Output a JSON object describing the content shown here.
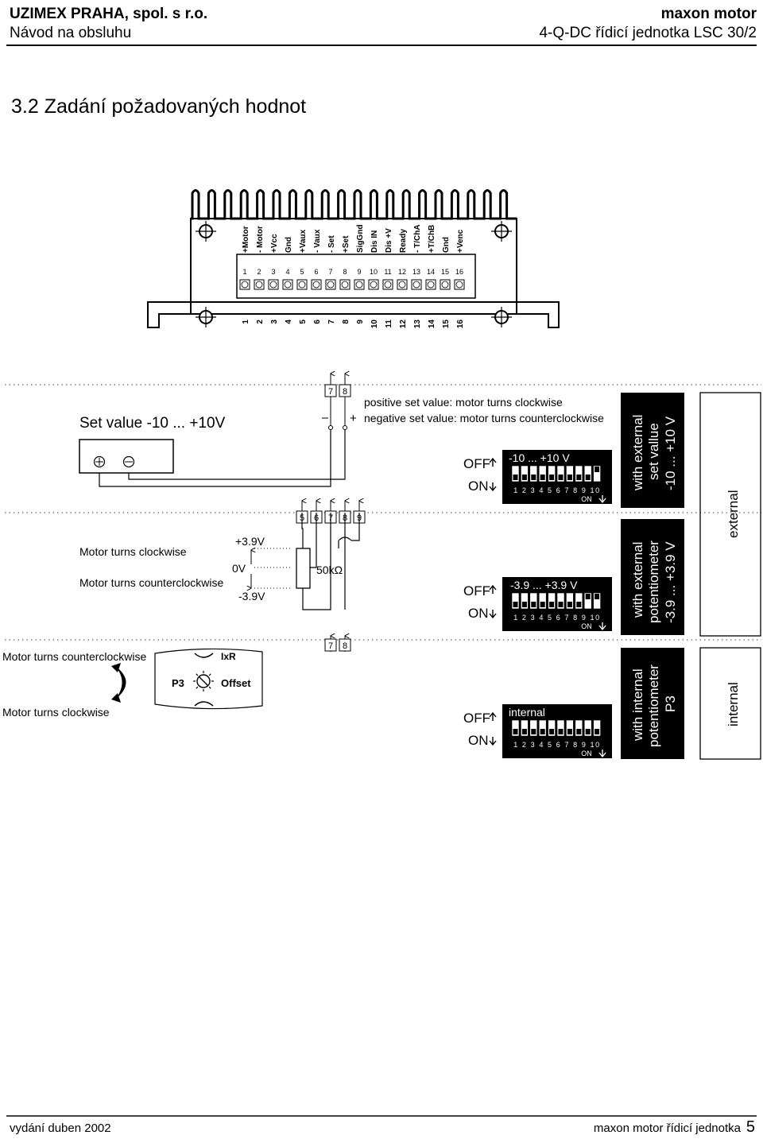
{
  "header": {
    "company": "UZIMEX PRAHA, spol. s r.o.",
    "brand": "maxon motor",
    "doc": "Návod na obsluhu",
    "product": "4-Q-DC řídicí jednotka LSC 30/2"
  },
  "section": {
    "title": "3.2  Zadání požadovaných hodnot"
  },
  "device": {
    "terminals": [
      "+Motor",
      "- Motor",
      "+Vcc",
      "Gnd",
      "+Vaux",
      "- Vaux",
      "- Set",
      "+Set",
      "SigGnd",
      "Dis IN",
      "Dis +V",
      "Ready",
      "- T/ChA",
      "+T/ChB",
      "Gnd",
      "+Venc"
    ],
    "numbers": [
      "1",
      "2",
      "3",
      "4",
      "5",
      "6",
      "7",
      "8",
      "9",
      "10",
      "11",
      "12",
      "13",
      "14",
      "15",
      "16"
    ]
  },
  "row1": {
    "label": "Set value -10 ... +10V",
    "plus": "+",
    "minus": "–",
    "terms": [
      "7",
      "8"
    ],
    "desc1": "positive set value: motor turns clockwise",
    "desc2": "negative set value: motor turns counterclockwise",
    "off": "OFF",
    "on": "ON",
    "dip_label": "-10 ... +10 V",
    "dip_nums": "1 2 3 4 5 6 7 8 9 10",
    "dip_on": "ON",
    "mode": [
      "with external",
      "set vallue",
      "-10 ... +10 V"
    ]
  },
  "row2": {
    "cw": "Motor turns clockwise",
    "ccw": "Motor turns counterclockwise",
    "v_plus": "+3.9V",
    "v_zero": "0V",
    "v_minus": "-3.9V",
    "terms": [
      "5",
      "6",
      "7",
      "8",
      "9"
    ],
    "pot": "50kΩ",
    "off": "OFF",
    "on": "ON",
    "dip_label": "-3.9 ... +3.9 V",
    "dip_nums": "1 2 3 4 5 6 7 8 9 10",
    "dip_on": "ON",
    "mode": [
      "with external",
      "potentiometer",
      "-3.9 ... +3.9 V"
    ]
  },
  "row3": {
    "ccw": "Motor turns counterclockwise",
    "cw": "Motor turns clockwise",
    "ixr": "IxR",
    "p3": "P3",
    "offset": "Offset",
    "terms": [
      "7",
      "8"
    ],
    "off": "OFF",
    "on": "ON",
    "dip_label": "internal",
    "dip_nums": "1 2 3 4 5 6 7 8 9 10",
    "dip_on": "ON",
    "mode": [
      "with internal",
      "potentiometer",
      "P3"
    ]
  },
  "groups": {
    "external": "external",
    "internal": "internal"
  },
  "footer": {
    "left": "vydání duben 2002",
    "right": "maxon motor řídicí jednotka",
    "page": "5"
  }
}
